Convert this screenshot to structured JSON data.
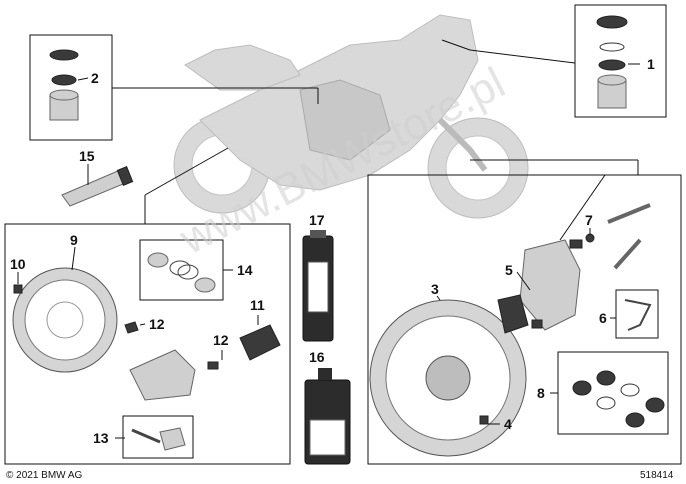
{
  "callouts": [
    {
      "id": "1",
      "label": "1"
    },
    {
      "id": "2",
      "label": "2"
    },
    {
      "id": "3",
      "label": "3"
    },
    {
      "id": "4",
      "label": "4"
    },
    {
      "id": "5",
      "label": "5"
    },
    {
      "id": "6",
      "label": "6"
    },
    {
      "id": "7",
      "label": "7"
    },
    {
      "id": "8",
      "label": "8"
    },
    {
      "id": "9",
      "label": "9"
    },
    {
      "id": "10",
      "label": "10"
    },
    {
      "id": "11",
      "label": "11"
    },
    {
      "id": "12a",
      "label": "12"
    },
    {
      "id": "12b",
      "label": "12"
    },
    {
      "id": "13",
      "label": "13"
    },
    {
      "id": "14",
      "label": "14"
    },
    {
      "id": "15",
      "label": "15"
    },
    {
      "id": "16",
      "label": "16"
    },
    {
      "id": "17",
      "label": "17"
    }
  ],
  "footer": {
    "copyright": "© 2021 BMW AG",
    "diagram_number": "518414"
  },
  "watermark": "www.BMWstore.pl"
}
